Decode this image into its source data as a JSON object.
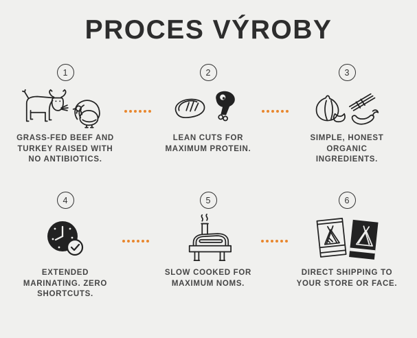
{
  "header": {
    "title": "PROCES VÝROBY"
  },
  "steps": [
    {
      "number": "1",
      "icons": [
        "cow-icon",
        "turkey-icon"
      ],
      "lines": [
        "GRASS-FED BEEF AND",
        "TURKEY RAISED WITH",
        "NO ANTIBIOTICS."
      ]
    },
    {
      "number": "2",
      "icons": [
        "steak-icon",
        "ham-icon"
      ],
      "lines": [
        "LEAN CUTS FOR",
        "MAXIMUM PROTEIN."
      ]
    },
    {
      "number": "3",
      "icons": [
        "garlic-icon",
        "scallion-icon",
        "chili-icon"
      ],
      "lines": [
        "SIMPLE, HONEST",
        "ORGANIC",
        "INGREDIENTS."
      ]
    },
    {
      "number": "4",
      "icons": [
        "clock-check-icon"
      ],
      "lines": [
        "EXTENDED",
        "MARINATING. ZERO",
        "SHORTCUTS."
      ]
    },
    {
      "number": "5",
      "icons": [
        "smoker-icon"
      ],
      "lines": [
        "SLOW COOKED FOR",
        "MAXIMUM NOMS."
      ]
    },
    {
      "number": "6",
      "icons": [
        "jerky-packages-icon"
      ],
      "lines": [
        "DIRECT SHIPPING TO",
        "YOUR STORE OR FACE."
      ]
    }
  ],
  "connector": {
    "style": "dotted",
    "dot_count": 6,
    "color": "#E8872E"
  },
  "colors": {
    "bg": "#F0F0EE",
    "ink": "#222222",
    "accent": "#E8872E",
    "text": "#454545",
    "title": "#2D2D2D"
  }
}
